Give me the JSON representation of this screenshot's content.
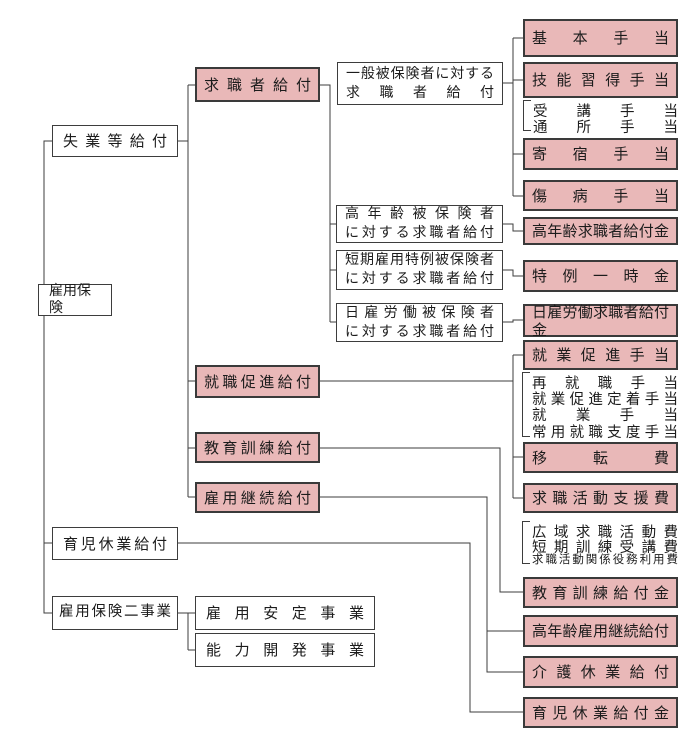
{
  "colors": {
    "background": "#ffffff",
    "pink_box_fill": "#e9b8b8",
    "box_border": "#3d3d3d",
    "connector_line": "#3d3d3d",
    "text": "#1c1c1c"
  },
  "hierarchy": {
    "label": "雇用保険",
    "children": [
      {
        "label": "失業等給付",
        "children": [
          {
            "label": "求職者給付",
            "children": [
              {
                "lines": [
                  "一般被保険者に対する",
                  "求職者給付"
                ],
                "children": [
                  {
                    "label": "基本手当"
                  },
                  {
                    "label": "技能習得手当",
                    "components": [
                      "受講手当",
                      "通所手当"
                    ]
                  },
                  {
                    "label": "寄宿手当"
                  },
                  {
                    "label": "傷病手当"
                  }
                ]
              },
              {
                "lines": [
                  "高年齢被保険者",
                  "に対する求職者給付"
                ],
                "children": [
                  {
                    "label": "高年齢求職者給付金"
                  }
                ]
              },
              {
                "lines": [
                  "短期雇用特例被保険者",
                  "に対する求職者給付"
                ],
                "children": [
                  {
                    "label": "特例一時金"
                  }
                ]
              },
              {
                "lines": [
                  "日雇労働被保険者",
                  "に対する求職者給付"
                ],
                "children": [
                  {
                    "label": "日雇労働求職者給付金"
                  }
                ]
              }
            ]
          },
          {
            "label": "就職促進給付",
            "children": [
              {
                "label": "就業促進手当",
                "components": [
                  "再就職手当",
                  "就業促進定着手当",
                  "就業手当",
                  "常用就職支度手当"
                ]
              },
              {
                "label": "移転費"
              },
              {
                "label": "求職活動支援費",
                "components": [
                  "広域求職活動費",
                  "短期訓練受講費",
                  "求職活動関係役務利用費"
                ]
              }
            ]
          },
          {
            "label": "教育訓練給付",
            "children": [
              {
                "label": "教育訓練給付金"
              }
            ]
          },
          {
            "label": "雇用継続給付",
            "children": [
              {
                "label": "高年齢雇用継続給付"
              },
              {
                "label": "介護休業給付"
              }
            ]
          }
        ]
      },
      {
        "label": "育児休業給付",
        "children": [
          {
            "label": "育児休業給付金"
          }
        ]
      },
      {
        "label": "雇用保険二事業",
        "children": [
          {
            "label": "雇用安定事業"
          },
          {
            "label": "能力開発事業"
          }
        ]
      }
    ]
  }
}
